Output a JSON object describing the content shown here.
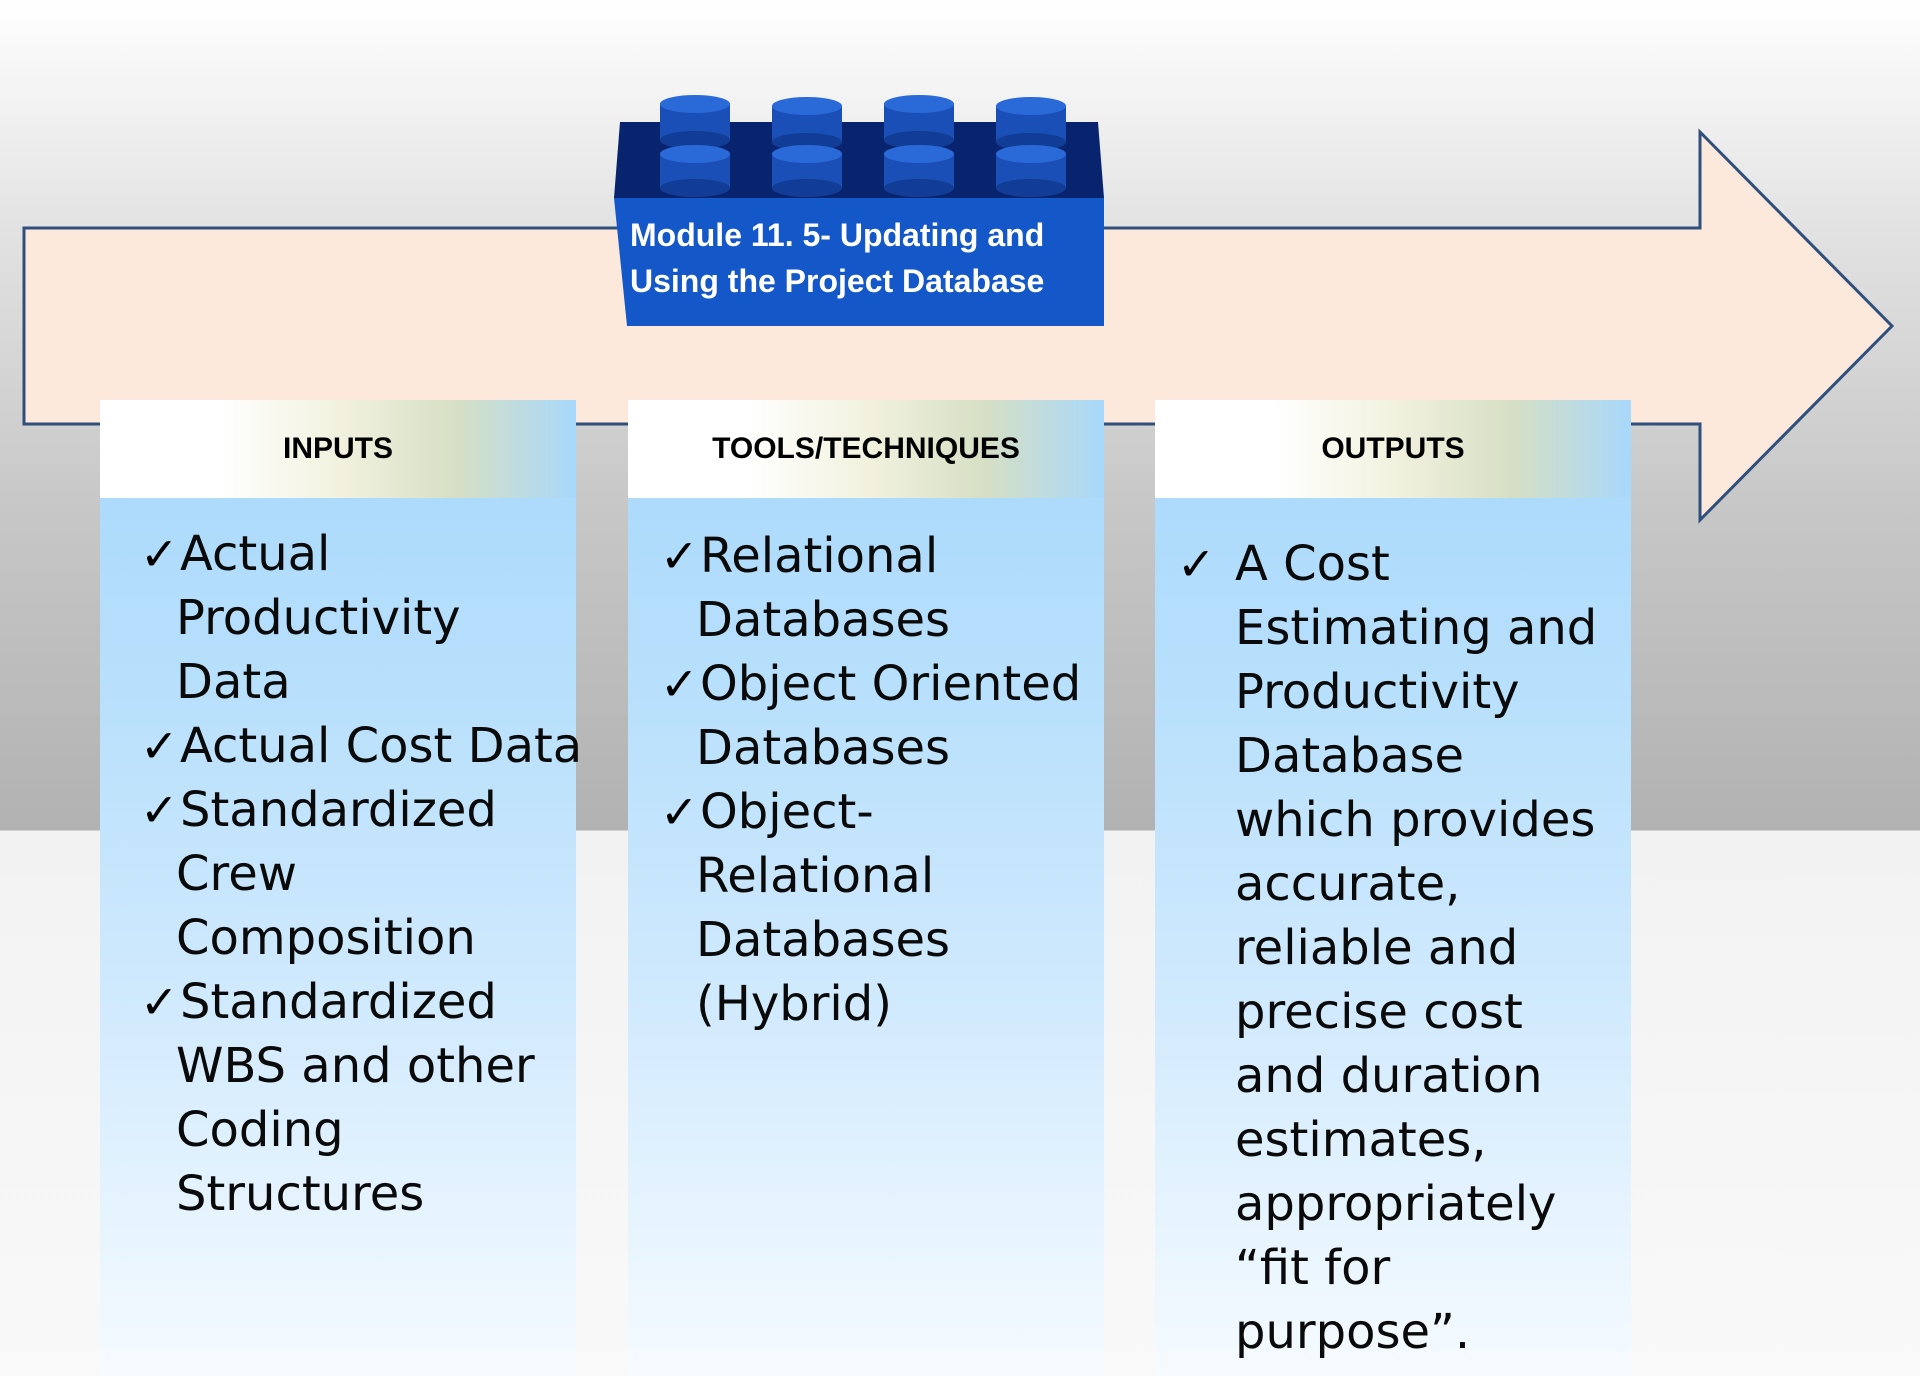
{
  "module": {
    "title_line1": "Module 11. 5- Updating and",
    "title_line2": "Using the Project Database"
  },
  "colors": {
    "brick_dark": "#08246e",
    "brick_front": "#1457c8",
    "arrow_fill": "#fde9dc",
    "arrow_stroke": "#2f4f7d",
    "column_fill": "#a8d8fb"
  },
  "icons": {
    "check": "check-mark-icon",
    "check_glyph": "✓"
  },
  "columns": [
    {
      "header": "INPUTS",
      "items": [
        [
          "Actual",
          "Productivity",
          "Data"
        ],
        [
          "Actual Cost Data"
        ],
        [
          "Standardized",
          "Crew",
          "Composition"
        ],
        [
          "Standardized",
          "WBS and other",
          "Coding",
          "Structures"
        ]
      ]
    },
    {
      "header": "TOOLS/TECHNIQUES",
      "items": [
        [
          "Relational",
          "Databases"
        ],
        [
          "Object Oriented",
          "Databases"
        ],
        [
          "Object-",
          "Relational",
          "Databases",
          "(Hybrid)"
        ]
      ]
    },
    {
      "header": "OUTPUTS",
      "items": [
        [
          "A Cost",
          "Estimating and",
          "Productivity",
          "Database",
          "which provides",
          "accurate,",
          "reliable and",
          "precise cost",
          "and duration",
          "estimates,",
          "appropriately",
          "“fit for",
          "purpose”."
        ]
      ]
    }
  ]
}
